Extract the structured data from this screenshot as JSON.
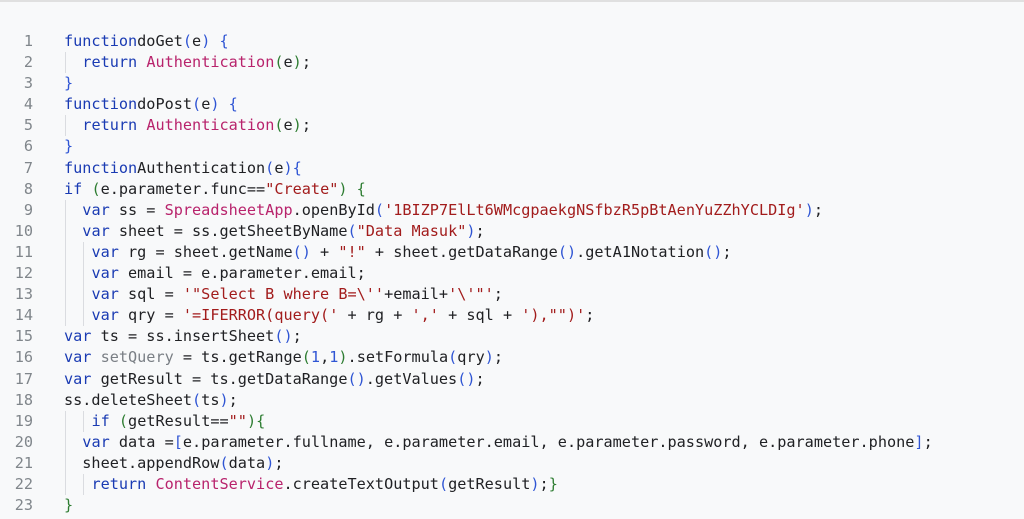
{
  "colors": {
    "background": "#f8f9fa",
    "keyword": "#1a3bb3",
    "function_call": "#b8236c",
    "string": "#a21c1c",
    "line_number": "#80868b"
  },
  "code": {
    "lines": [
      {
        "n": "1",
        "indent_guides": [],
        "tokens": [
          [
            "kw",
            "function"
          ],
          [
            "",
            "doGet"
          ],
          [
            "pn",
            "("
          ],
          [
            "",
            "e"
          ],
          [
            "pn",
            ")"
          ],
          [
            "",
            " "
          ],
          [
            "pn",
            "{"
          ]
        ]
      },
      {
        "n": "2",
        "indent_guides": [
          65
        ],
        "tokens": [
          [
            "",
            "  "
          ],
          [
            "kw",
            "return"
          ],
          [
            "",
            " "
          ],
          [
            "fn",
            "Authentication"
          ],
          [
            "pg",
            "("
          ],
          [
            "",
            "e"
          ],
          [
            "pg",
            ")"
          ],
          [
            "",
            ";"
          ]
        ]
      },
      {
        "n": "3",
        "indent_guides": [],
        "tokens": [
          [
            "pn",
            "}"
          ]
        ]
      },
      {
        "n": "4",
        "indent_guides": [],
        "tokens": [
          [
            "kw",
            "function"
          ],
          [
            "",
            "doPost"
          ],
          [
            "pn",
            "("
          ],
          [
            "",
            "e"
          ],
          [
            "pn",
            ")"
          ],
          [
            "",
            " "
          ],
          [
            "pn",
            "{"
          ]
        ]
      },
      {
        "n": "5",
        "indent_guides": [
          65
        ],
        "tokens": [
          [
            "",
            "  "
          ],
          [
            "kw",
            "return"
          ],
          [
            "",
            " "
          ],
          [
            "fn",
            "Authentication"
          ],
          [
            "pg",
            "("
          ],
          [
            "",
            "e"
          ],
          [
            "pg",
            ")"
          ],
          [
            "",
            ";"
          ]
        ]
      },
      {
        "n": "6",
        "indent_guides": [],
        "tokens": [
          [
            "pn",
            "}"
          ]
        ]
      },
      {
        "n": "7",
        "indent_guides": [],
        "tokens": [
          [
            "kw",
            "function"
          ],
          [
            "",
            "Authentication"
          ],
          [
            "pn",
            "("
          ],
          [
            "",
            "e"
          ],
          [
            "pn",
            ")"
          ],
          [
            "pn",
            "{"
          ]
        ]
      },
      {
        "n": "8",
        "indent_guides": [],
        "tokens": [
          [
            "kw",
            "if"
          ],
          [
            "",
            " "
          ],
          [
            "pg",
            "("
          ],
          [
            "",
            "e.parameter.func=="
          ],
          [
            "str",
            "\"Create\""
          ],
          [
            "pg",
            ")"
          ],
          [
            "",
            " "
          ],
          [
            "pg",
            "{"
          ]
        ]
      },
      {
        "n": "9",
        "indent_guides": [
          65
        ],
        "tokens": [
          [
            "",
            "  "
          ],
          [
            "kw",
            "var"
          ],
          [
            "",
            " ss = "
          ],
          [
            "fn",
            "SpreadsheetApp"
          ],
          [
            "",
            ".openById"
          ],
          [
            "pn",
            "("
          ],
          [
            "str",
            "'1BIZP7ElLt6WMcgpaekgNSfbzR5pBtAenYuZZhYCLDIg'"
          ],
          [
            "pn",
            ")"
          ],
          [
            "",
            ";"
          ]
        ]
      },
      {
        "n": "10",
        "indent_guides": [
          65
        ],
        "tokens": [
          [
            "",
            "  "
          ],
          [
            "kw",
            "var"
          ],
          [
            "",
            " sheet = ss.getSheetByName"
          ],
          [
            "pn",
            "("
          ],
          [
            "str",
            "\"Data Masuk\""
          ],
          [
            "pn",
            ")"
          ],
          [
            "",
            ";"
          ]
        ]
      },
      {
        "n": "11",
        "indent_guides": [
          65,
          83
        ],
        "tokens": [
          [
            "",
            "   "
          ],
          [
            "kw",
            "var"
          ],
          [
            "",
            " rg = sheet.getName"
          ],
          [
            "pn",
            "()"
          ],
          [
            "",
            " + "
          ],
          [
            "str",
            "\"!\""
          ],
          [
            "",
            " + sheet.getDataRange"
          ],
          [
            "pn",
            "()"
          ],
          [
            "",
            ".getA1Notation"
          ],
          [
            "pn",
            "()"
          ],
          [
            "",
            ";"
          ]
        ]
      },
      {
        "n": "12",
        "indent_guides": [
          65,
          83
        ],
        "tokens": [
          [
            "",
            "   "
          ],
          [
            "kw",
            "var"
          ],
          [
            "",
            " email = e.parameter.email;"
          ]
        ]
      },
      {
        "n": "13",
        "indent_guides": [
          65,
          83
        ],
        "tokens": [
          [
            "",
            "   "
          ],
          [
            "kw",
            "var"
          ],
          [
            "",
            " sql = "
          ],
          [
            "str",
            "'\"Select B where B=\\''"
          ],
          [
            "",
            "+email+"
          ],
          [
            "str",
            "'\\'\"'"
          ],
          [
            "",
            ";"
          ]
        ]
      },
      {
        "n": "14",
        "indent_guides": [
          65,
          83
        ],
        "tokens": [
          [
            "",
            "   "
          ],
          [
            "kw",
            "var"
          ],
          [
            "",
            " qry = "
          ],
          [
            "str",
            "'=IFERROR(query('"
          ],
          [
            "",
            " + rg + "
          ],
          [
            "str",
            "','"
          ],
          [
            "",
            " + sql + "
          ],
          [
            "str",
            "'),\"\")'"
          ],
          [
            "",
            ";"
          ]
        ]
      },
      {
        "n": "15",
        "indent_guides": [],
        "tokens": [
          [
            "kw",
            "var"
          ],
          [
            "",
            " ts = ss.insertSheet"
          ],
          [
            "pn",
            "()"
          ],
          [
            "",
            ";"
          ]
        ]
      },
      {
        "n": "16",
        "indent_guides": [],
        "tokens": [
          [
            "kw",
            "var"
          ],
          [
            "",
            " "
          ],
          [
            "dim",
            "setQuery"
          ],
          [
            "",
            " = ts.getRange"
          ],
          [
            "pg",
            "("
          ],
          [
            "num",
            "1"
          ],
          [
            "",
            ","
          ],
          [
            "num",
            "1"
          ],
          [
            "pg",
            ")"
          ],
          [
            "",
            ".setFormula"
          ],
          [
            "pn",
            "("
          ],
          [
            "",
            "qry"
          ],
          [
            "pn",
            ")"
          ],
          [
            "",
            ";"
          ]
        ]
      },
      {
        "n": "17",
        "indent_guides": [],
        "tokens": [
          [
            "kw",
            "var"
          ],
          [
            "",
            " getResult = ts.getDataRange"
          ],
          [
            "pn",
            "()"
          ],
          [
            "",
            ".getValues"
          ],
          [
            "pn",
            "()"
          ],
          [
            "",
            ";"
          ]
        ]
      },
      {
        "n": "18",
        "indent_guides": [],
        "tokens": [
          [
            "",
            "ss.deleteSheet"
          ],
          [
            "pn",
            "("
          ],
          [
            "",
            "ts"
          ],
          [
            "pn",
            ")"
          ],
          [
            "",
            ";"
          ]
        ]
      },
      {
        "n": "19",
        "indent_guides": [
          65,
          83
        ],
        "tokens": [
          [
            "",
            "   "
          ],
          [
            "kw",
            "if"
          ],
          [
            "",
            " "
          ],
          [
            "pg",
            "("
          ],
          [
            "",
            "getResult=="
          ],
          [
            "str",
            "\"\""
          ],
          [
            "pg",
            ")"
          ],
          [
            "pg",
            "{"
          ]
        ]
      },
      {
        "n": "20",
        "indent_guides": [
          65
        ],
        "tokens": [
          [
            "",
            "  "
          ],
          [
            "kw",
            "var"
          ],
          [
            "",
            " data ="
          ],
          [
            "pn",
            "["
          ],
          [
            "",
            "e.parameter.fullname, e.parameter.email, e.parameter.password, e.parameter.phone"
          ],
          [
            "pn",
            "]"
          ],
          [
            "",
            ";"
          ]
        ]
      },
      {
        "n": "21",
        "indent_guides": [
          65
        ],
        "tokens": [
          [
            "",
            "  sheet.appendRow"
          ],
          [
            "pn",
            "("
          ],
          [
            "",
            "data"
          ],
          [
            "pn",
            ")"
          ],
          [
            "",
            ";"
          ]
        ]
      },
      {
        "n": "22",
        "indent_guides": [
          65,
          83
        ],
        "tokens": [
          [
            "",
            "   "
          ],
          [
            "kw",
            "return"
          ],
          [
            "",
            " "
          ],
          [
            "fn",
            "ContentService"
          ],
          [
            "",
            ".createTextOutput"
          ],
          [
            "pn",
            "("
          ],
          [
            "",
            "getResult"
          ],
          [
            "pn",
            ")"
          ],
          [
            "",
            ";"
          ],
          [
            "pg",
            "}"
          ]
        ]
      },
      {
        "n": "23",
        "indent_guides": [],
        "tokens": [
          [
            "pg",
            "}"
          ]
        ]
      }
    ]
  }
}
